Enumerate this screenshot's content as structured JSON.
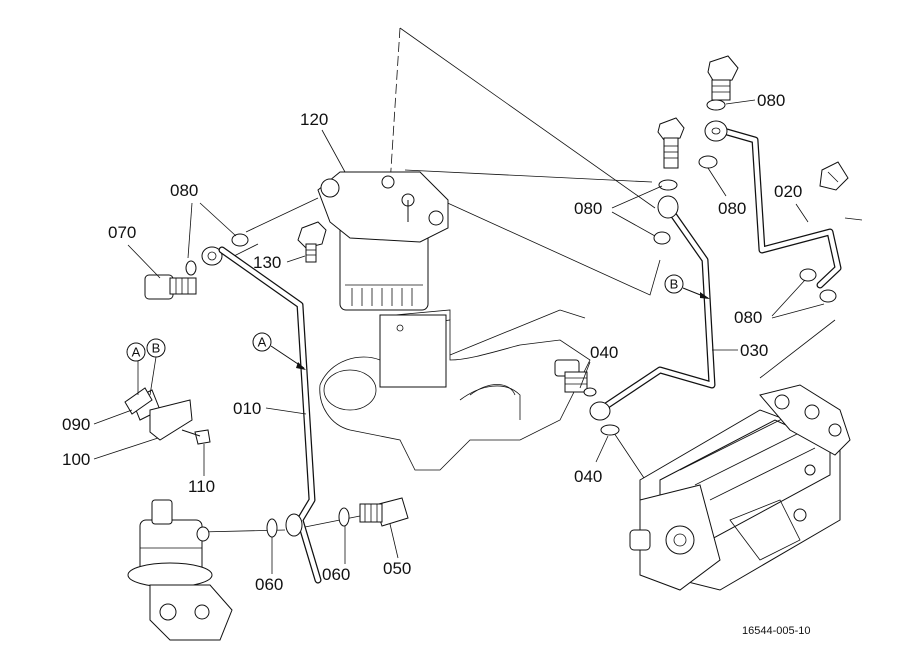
{
  "labels": {
    "p010": "010",
    "p020": "020",
    "p030": "030",
    "p040_top": "040",
    "p040_bottom": "040",
    "p050": "050",
    "p060_left": "060",
    "p060_right": "060",
    "p070": "070",
    "p080_top_left": "080",
    "p080_mid": "080",
    "p080_right_top": "080",
    "p080_right_mid": "080",
    "p080_right_low": "080",
    "p090": "090",
    "p100": "100",
    "p110": "110",
    "p120": "120",
    "p130": "130"
  },
  "callouts": {
    "a_pipe": "A",
    "b_pipe": "B",
    "a_clamp": "A",
    "b_clamp": "B"
  },
  "drawing_code": "16544-005-10"
}
